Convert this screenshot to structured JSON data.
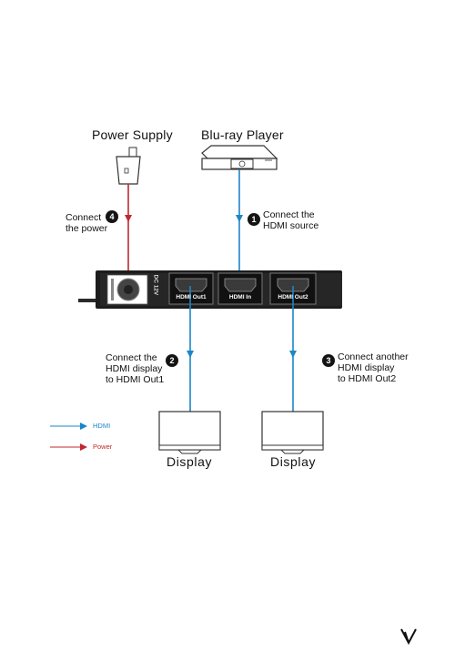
{
  "devices": {
    "power_supply": "Power Supply",
    "source": "Blu-ray Player",
    "display_left": "Display",
    "display_right": "Display"
  },
  "ports": {
    "dc": "DC 12V",
    "out1": "HDMI Out1",
    "in": "HDMI In",
    "out2": "HDMI Out2"
  },
  "steps": [
    {
      "number": "1",
      "text": "Connect the\nHDMI source"
    },
    {
      "number": "2",
      "text": "Connect the\nHDMI display\nto HDMI Out1"
    },
    {
      "number": "3",
      "text": "Connect another\nHDMI display\nto HDMI Out2"
    },
    {
      "number": "4",
      "text": "Connect\nthe power"
    }
  ],
  "legend": [
    {
      "label": "HDMI",
      "color": "#1a86c8"
    },
    {
      "label": "Power",
      "color": "#c0282f"
    }
  ],
  "colors": {
    "hdmi": "#1a86c8",
    "power": "#c0282f"
  },
  "logo_icon": "v-logo-icon"
}
